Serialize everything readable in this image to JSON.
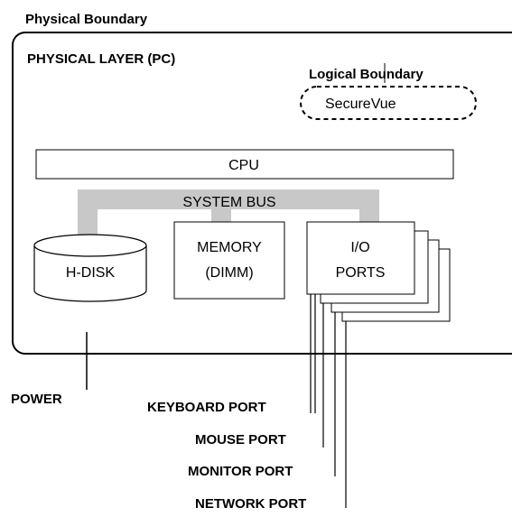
{
  "diagram": {
    "physical_boundary_label": "Physical Boundary",
    "physical_layer_label": "PHYSICAL LAYER (PC)",
    "logical_boundary_label": "Logical Boundary",
    "securevue_label": "SecureVue",
    "cpu_label": "CPU",
    "system_bus_label": "SYSTEM BUS",
    "hdisk_label": "H-DISK",
    "memory_label_line1": "MEMORY",
    "memory_label_line2": "(DIMM)",
    "io_label_line1": "I/O",
    "io_label_line2": "PORTS",
    "power_label": "POWER",
    "ports": [
      "KEYBOARD PORT",
      "MOUSE PORT",
      "MONITOR PORT",
      "NETWORK PORT"
    ]
  },
  "colors": {
    "bus": "#c8c8c8",
    "line": "#000000",
    "background": "#ffffff"
  }
}
